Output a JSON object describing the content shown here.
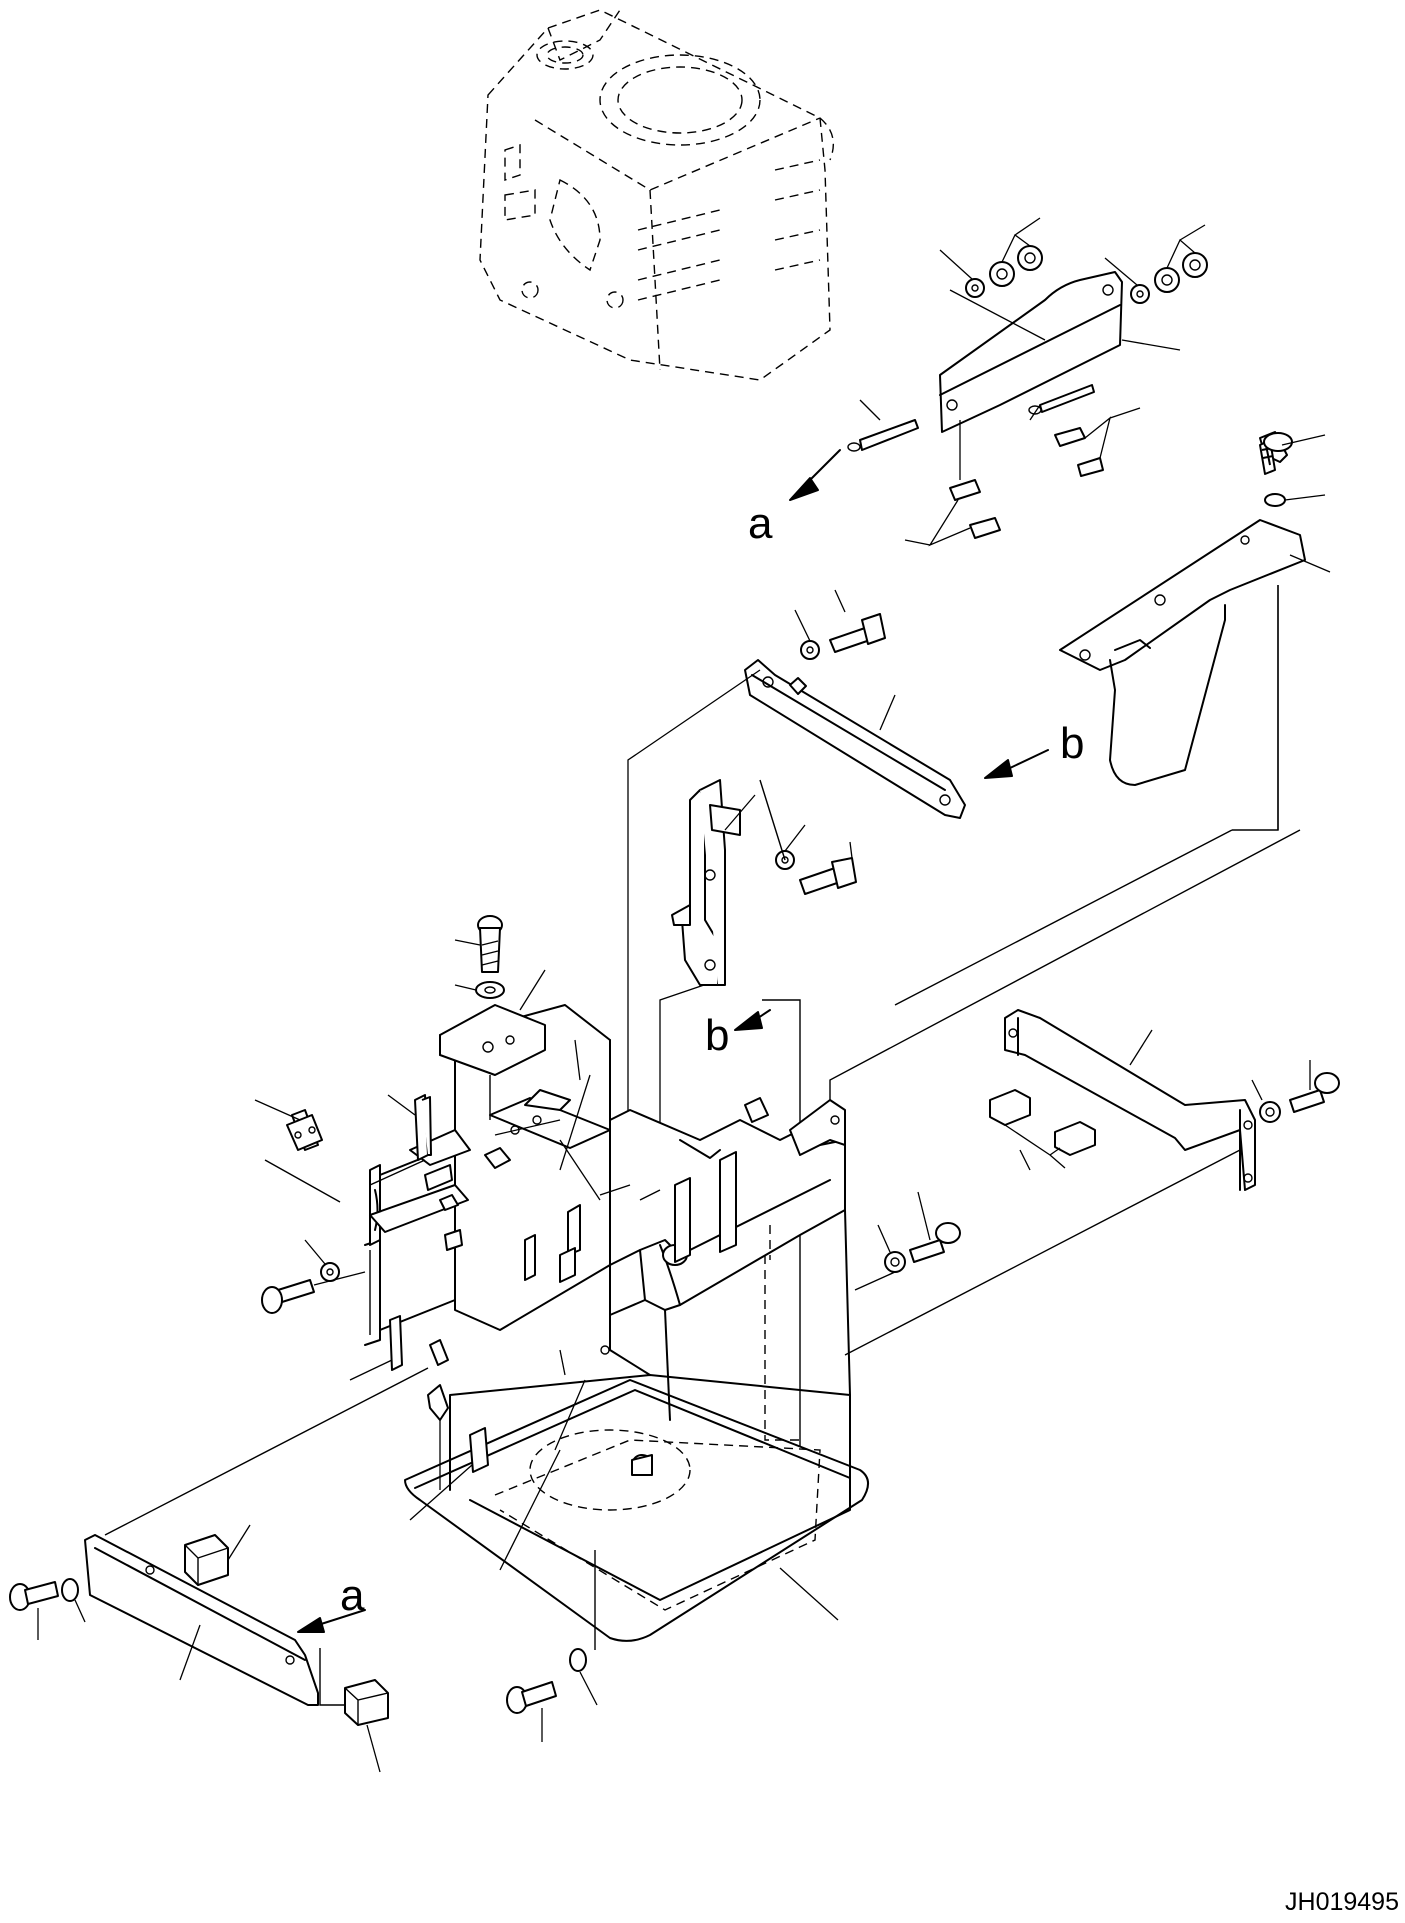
{
  "view_labels": {
    "a_top": "a",
    "b_right": "b",
    "b_mid": "b",
    "a_bottom": "a"
  },
  "drawing_number": "JH019495"
}
